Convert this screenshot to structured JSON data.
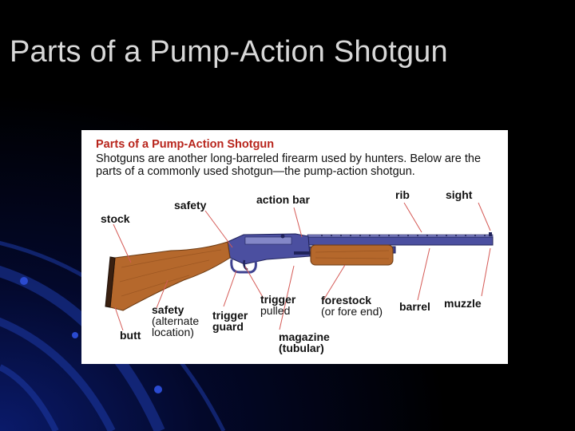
{
  "slide": {
    "title": "Parts of a Pump-Action Shotgun"
  },
  "diagram": {
    "heading": "Parts of a Pump-Action Shotgun",
    "intro": "Shotguns are another long-barreled firearm used by hunters. Below are the parts of a commonly used shotgun—the pump-action shotgun.",
    "labels": {
      "stock": "stock",
      "safety": "safety",
      "action_bar": "action bar",
      "rib": "rib",
      "sight": "sight",
      "safety_alt": "safety",
      "safety_alt_note_1": "(alternate",
      "safety_alt_note_2": "location)",
      "butt": "butt",
      "trigger_guard_1": "trigger",
      "trigger_guard_2": "guard",
      "trigger": "trigger",
      "trigger_note": "pulled",
      "forestock": "forestock",
      "forestock_note": "(or fore end)",
      "magazine": "magazine",
      "magazine_note": "(tubular)",
      "barrel": "barrel",
      "muzzle": "muzzle"
    },
    "colors": {
      "heading": "#b8251c",
      "wood": "#b5682c",
      "metal": "#4b4fa0",
      "leader": "#d55a56",
      "slide_title": "#d8d8d8"
    }
  }
}
